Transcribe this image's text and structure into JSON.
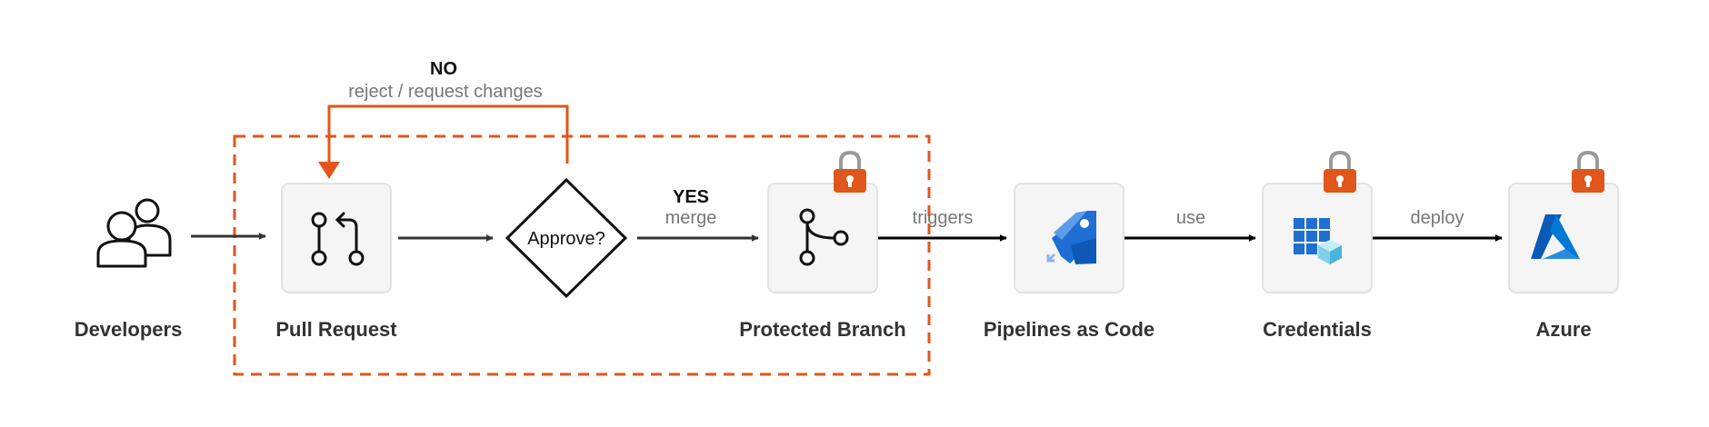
{
  "nodes": {
    "developers": {
      "label": "Developers",
      "icon": "users-icon"
    },
    "pull_request": {
      "label": "Pull Request",
      "icon": "pull-request-icon"
    },
    "approve": {
      "label": "Approve?",
      "shape": "diamond"
    },
    "protected_branch": {
      "label": "Protected Branch",
      "icon": "branch-icon",
      "locked": true
    },
    "pipelines": {
      "label": "Pipelines as Code",
      "icon": "azure-pipelines-icon"
    },
    "credentials": {
      "label": "Credentials",
      "icon": "key-vault-icon",
      "locked": true
    },
    "azure": {
      "label": "Azure",
      "icon": "azure-logo-icon",
      "locked": true
    }
  },
  "edges": {
    "reject": {
      "title": "NO",
      "label": "reject / request changes"
    },
    "merge": {
      "title": "YES",
      "label": "merge"
    },
    "triggers": {
      "label": "triggers"
    },
    "use": {
      "label": "use"
    },
    "deploy": {
      "label": "deploy"
    }
  },
  "colors": {
    "accent": "#e0561b",
    "arrow": "#333333",
    "tile_bg": "#f5f5f5",
    "tile_border": "#e2e2e2",
    "lock": "#e0561b",
    "lock_shackle": "#999999",
    "azure_blue": "#0078d4",
    "label_gray": "#777777"
  }
}
